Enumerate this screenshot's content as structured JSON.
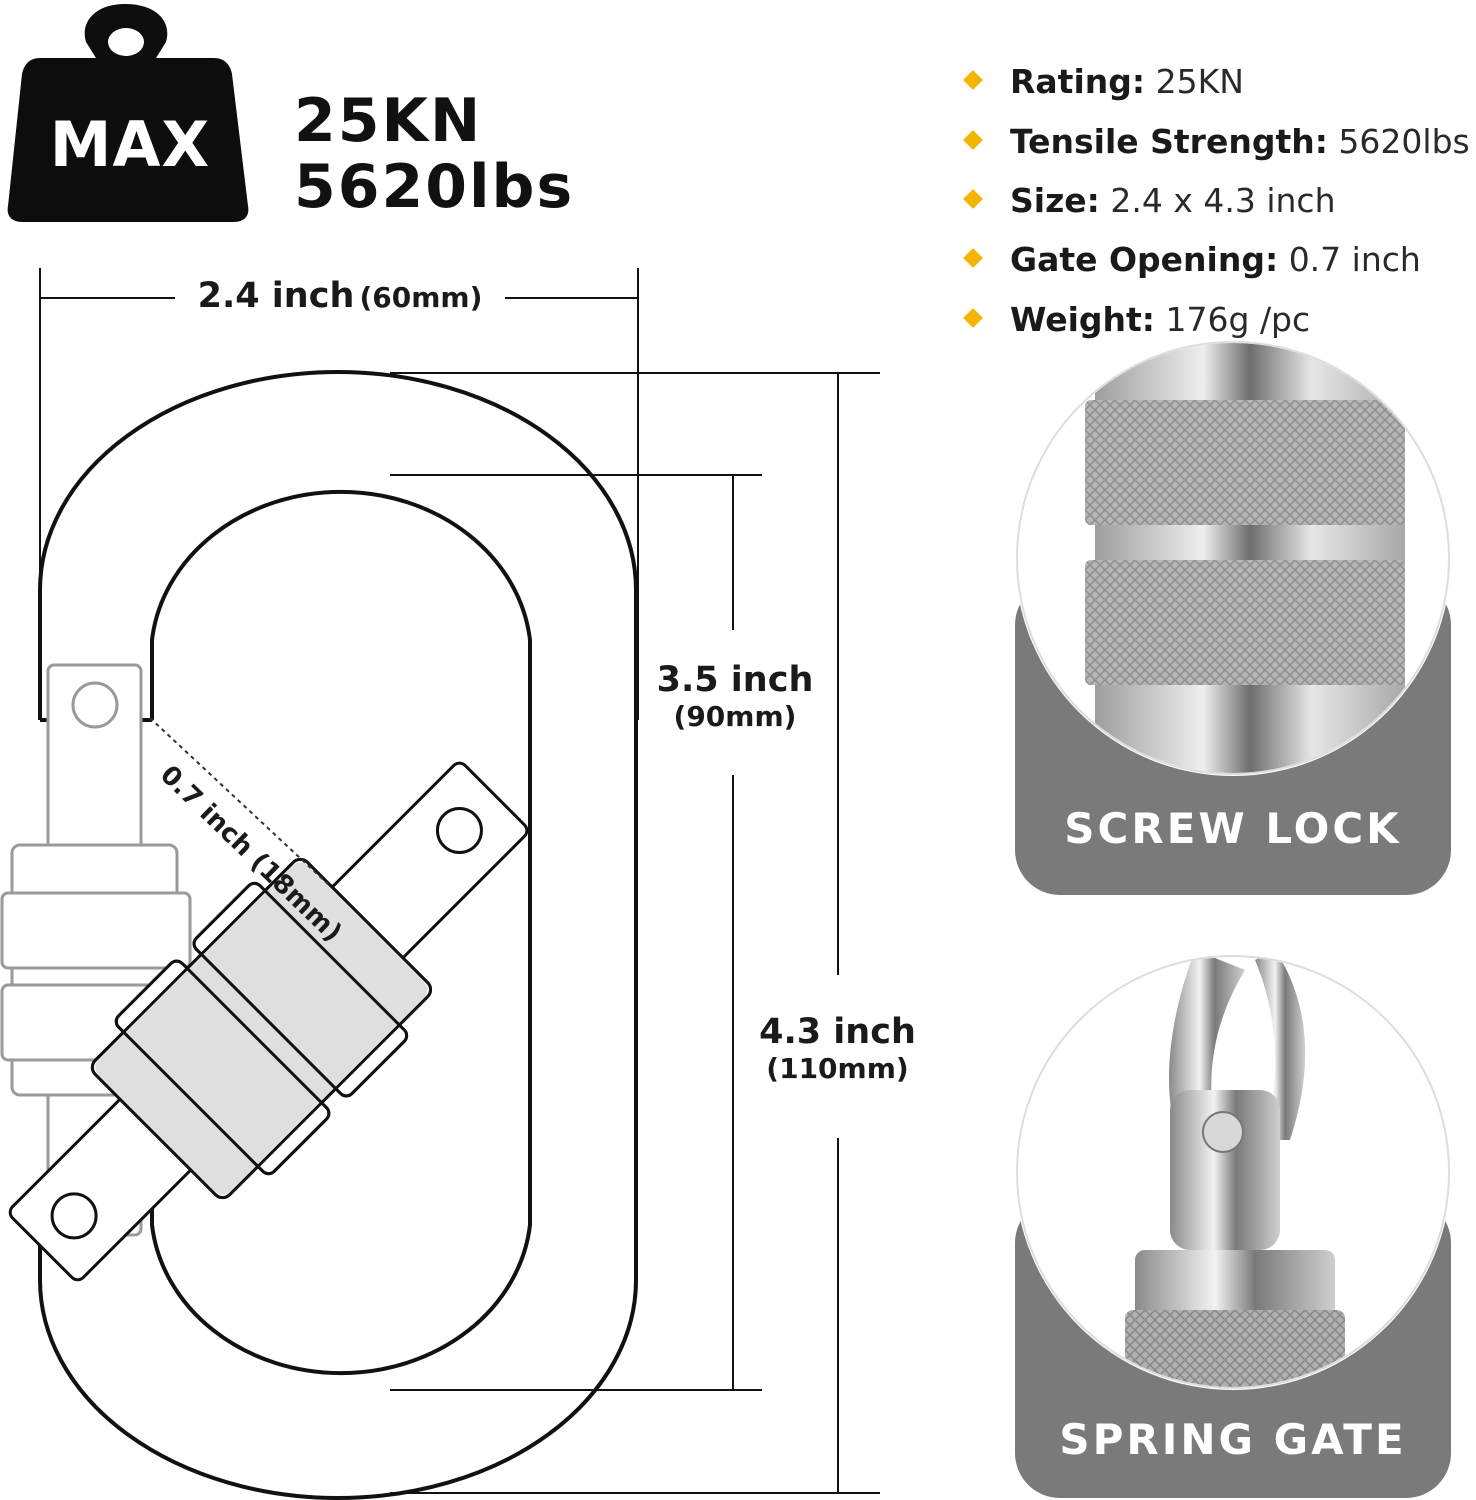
{
  "badge": {
    "label": "MAX",
    "rating_kn": "25KN",
    "rating_lbs": "5620lbs"
  },
  "specs": [
    {
      "key": "Rating:",
      "value": "25KN"
    },
    {
      "key": "Tensile Strength:",
      "value": "5620lbs"
    },
    {
      "key": "Size:",
      "value": "2.4 x 4.3 inch"
    },
    {
      "key": "Gate Opening:",
      "value": "0.7 inch"
    },
    {
      "key": "Weight:",
      "value": "176g /pc"
    }
  ],
  "dimensions": {
    "width": {
      "main": "2.4 inch",
      "sub": "(60mm)"
    },
    "inner_height": {
      "main": "3.5 inch",
      "sub": "(90mm)"
    },
    "outer_height": {
      "main": "4.3 inch",
      "sub": "(110mm)"
    },
    "gate_opening": "0.7 inch (18mm)"
  },
  "details": {
    "screw_lock": "SCREW  LOCK",
    "spring_gate": "SPRING  GATE"
  },
  "colors": {
    "accent": "#f5b400",
    "card_gray": "#7a7a7a",
    "badge_black": "#0d0d0d"
  }
}
